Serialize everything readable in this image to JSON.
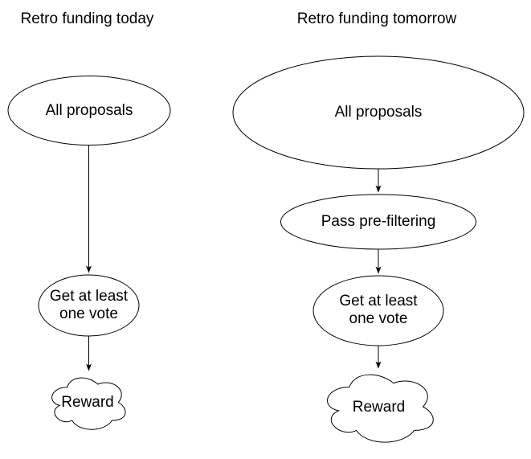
{
  "canvas": {
    "background": "#ffffff",
    "stroke_color": "#000000",
    "text_color": "#000000"
  },
  "today": {
    "title": "Retro funding today",
    "nodes": {
      "all_proposals": "All proposals",
      "get_vote": "Get at least one vote",
      "reward": "Reward"
    }
  },
  "tomorrow": {
    "title": "Retro funding tomorrow",
    "nodes": {
      "all_proposals": "All proposals",
      "pass_prefilter": "Pass pre-filtering",
      "get_vote": "Get at least one vote",
      "reward": "Reward"
    }
  }
}
